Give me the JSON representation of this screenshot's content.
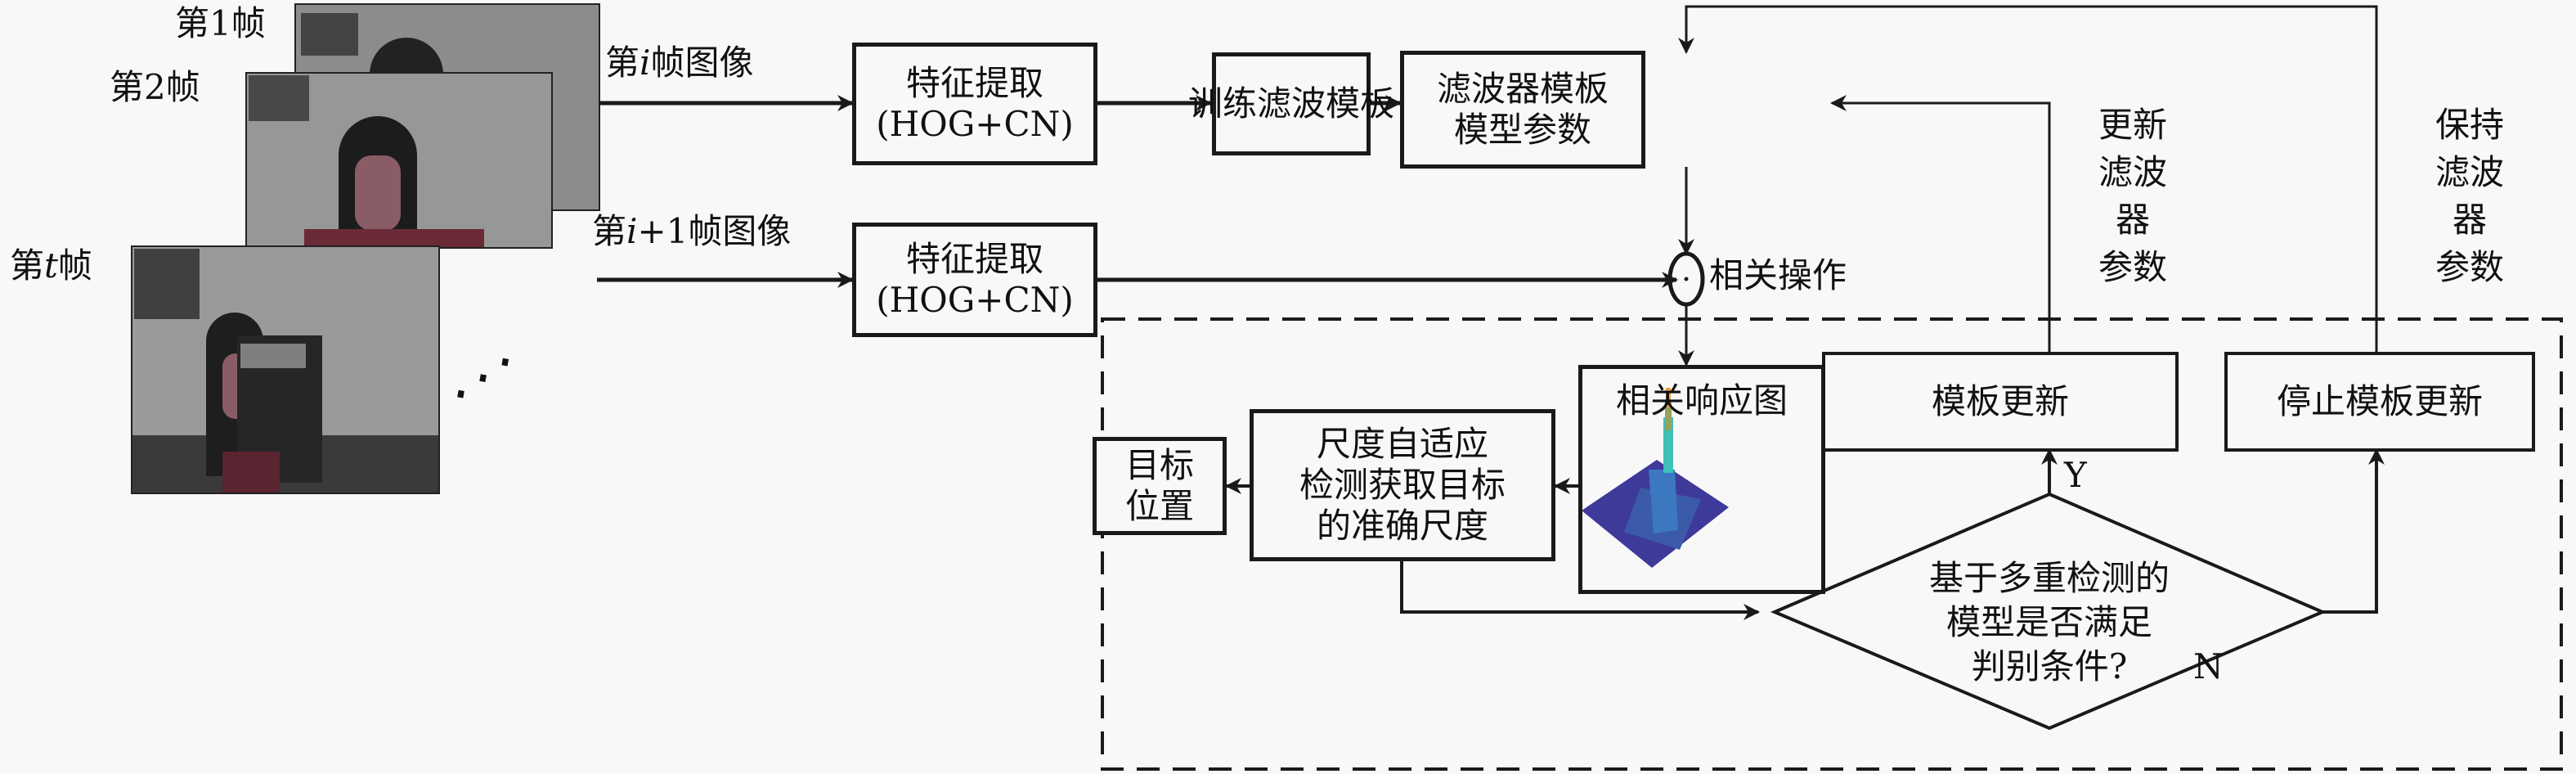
{
  "frames": {
    "frame1_label": "第1帧",
    "frame2_label": "第2帧",
    "framet_label_pre": "第",
    "framet_label_var": "t",
    "framet_label_post": "帧",
    "ellipsis": "⋰"
  },
  "inputs": {
    "frame_i_pre": "第",
    "frame_i_var": "i",
    "frame_i_post": "帧图像",
    "frame_i1_pre": "第",
    "frame_i1_var": "i",
    "frame_i1_post": "+1帧图像"
  },
  "nodes": {
    "feature_top": [
      "特征提取",
      "(HOG+CN)"
    ],
    "train": [
      "训练滤波模板"
    ],
    "filter_params": [
      "滤波器模板",
      "模型参数"
    ],
    "feature_bottom": [
      "特征提取",
      "(HOG+CN)"
    ],
    "correlation_op": "相关操作",
    "correlation_symbol": "·",
    "response_map": "相关响应图",
    "scale_adapt": [
      "尺度自适应",
      "检测获取目标",
      "的准确尺度"
    ],
    "target_pos": [
      "目标",
      "位置"
    ],
    "template_update": "模板更新",
    "stop_update": "停止模板更新",
    "decision": [
      "基于多重检测的",
      "模型是否满足",
      "判别条件?"
    ],
    "yes": "Y",
    "no": "N"
  },
  "annotations": {
    "update_params": [
      "更新",
      "滤波器",
      "参数"
    ],
    "keep_params": [
      "保持",
      "滤波器",
      "参数"
    ]
  },
  "colors": {
    "line": "#1a1a1a",
    "background": "#f8f8f8",
    "surface_low": "#3e3a9a",
    "surface_mid": "#3b66b8",
    "surface_peak": "#f0a040"
  }
}
